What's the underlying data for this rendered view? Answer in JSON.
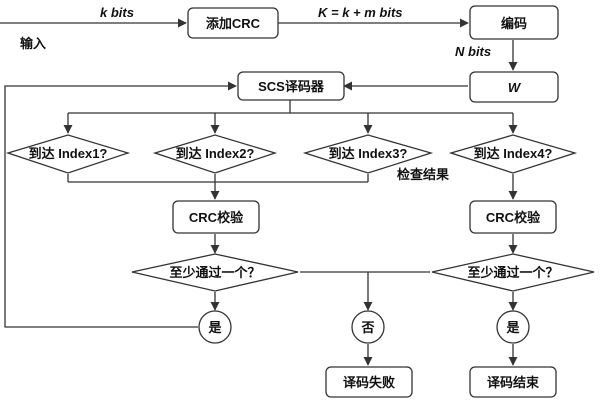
{
  "input": {
    "label": "输入",
    "k_bits": "k bits",
    "k_eq": "K = k + m bits",
    "n_bits": "N bits"
  },
  "nodes": {
    "add_crc": "添加CRC",
    "encode": "编码",
    "w": "W",
    "scs_decoder": "SCS译码器",
    "index1": "到达 Index1?",
    "index2": "到达 Index2?",
    "index3": "到达 Index3?",
    "index4": "到达 Index4?",
    "check_result": "检查结果",
    "crc_check_left": "CRC校验",
    "crc_check_right": "CRC校验",
    "at_least_one_left": "至少通过一个？",
    "at_least_one_right": "至少通过一个？",
    "yes_left": "是",
    "no": "否",
    "yes_right": "是",
    "decode_fail": "译码失败",
    "decode_end": "译码结束"
  }
}
